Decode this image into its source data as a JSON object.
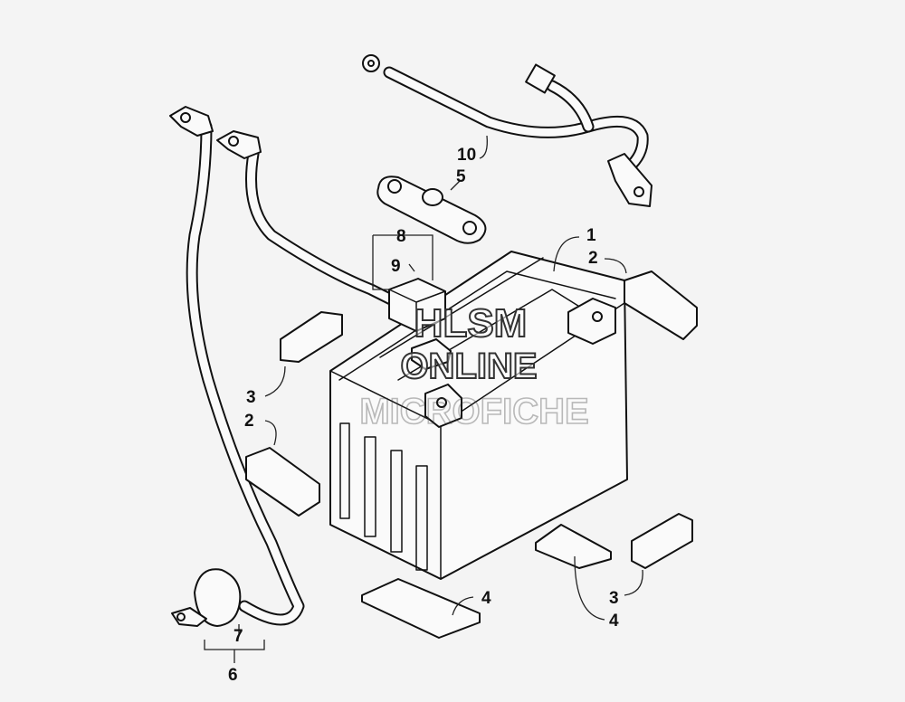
{
  "callouts": [
    {
      "id": "c10",
      "text": "10"
    },
    {
      "id": "c5",
      "text": "5"
    },
    {
      "id": "c8",
      "text": "8"
    },
    {
      "id": "c9",
      "text": "9"
    },
    {
      "id": "c1",
      "text": "1"
    },
    {
      "id": "c2a",
      "text": "2"
    },
    {
      "id": "c3a",
      "text": "3"
    },
    {
      "id": "c2b",
      "text": "2"
    },
    {
      "id": "c4a",
      "text": "4"
    },
    {
      "id": "c3b",
      "text": "3"
    },
    {
      "id": "c4b",
      "text": "4"
    },
    {
      "id": "c7",
      "text": "7"
    },
    {
      "id": "c6",
      "text": "6"
    }
  ],
  "watermark": {
    "line1": "HLSM",
    "line2": "ONLINE",
    "line3": "MICROFICHE"
  },
  "colors": {
    "ink": "#111111",
    "paper": "#fafafa",
    "background": "#f4f4f4"
  }
}
